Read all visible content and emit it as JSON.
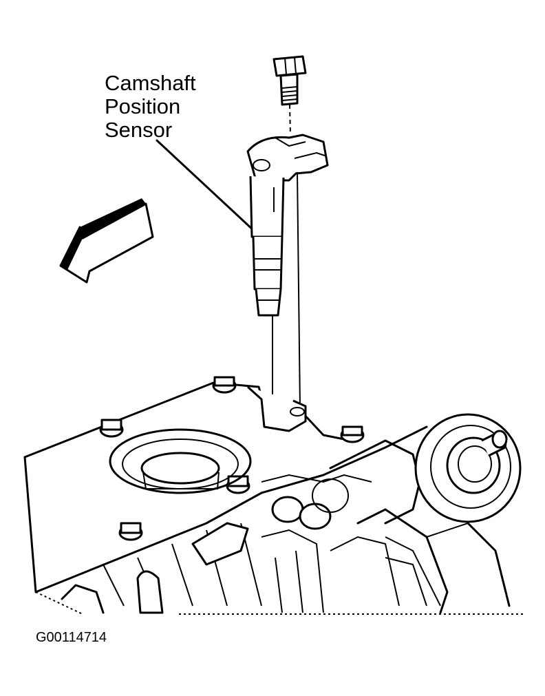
{
  "callout": {
    "line1": "Camshaft",
    "line2": "Position",
    "line3": "Sensor"
  },
  "figure_id": "G00114714"
}
